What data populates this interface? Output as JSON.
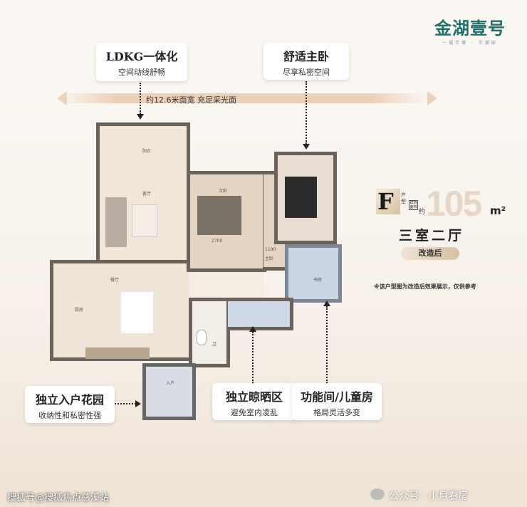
{
  "logo": {
    "name": "金湖壹号",
    "tagline": "一城芳華 · 半湖邸"
  },
  "callouts": {
    "ldkg": {
      "title": "LDKG一体化",
      "sub": "空间动线舒畅"
    },
    "master": {
      "title": "舒适主卧",
      "sub": "尽享私密空间"
    },
    "garden": {
      "title": "独立入户花园",
      "sub": "收纳性和私密性强"
    },
    "drying": {
      "title": "独立晾晒区",
      "sub": "避免室内凌乱"
    },
    "function": {
      "title": "功能间/儿童房",
      "sub": "格局灵活多变"
    }
  },
  "width_note": "约12.6米面宽   充足采光面",
  "unit": {
    "letter": "F",
    "type_label": "户型",
    "area_label": "建筑面积",
    "approx": "约",
    "area": "105",
    "unit": "m²",
    "layout": "三室二厅",
    "status": "改造后",
    "disclaimer": "※该户型图为改造后效果展示，仅供参考"
  },
  "rooms": {
    "balcony": "阳台",
    "living": "客厅",
    "bed2": "次卧",
    "master": "主卧",
    "dining": "餐厅",
    "kitchen": "厨房",
    "bath": "卫",
    "study": "书房",
    "entry": "入户",
    "dim1": "2700",
    "dim2": "1190"
  },
  "footer": {
    "left": "搜狐号@搜狐焦点慈溪站",
    "right": "公众号 · 小月看房"
  }
}
